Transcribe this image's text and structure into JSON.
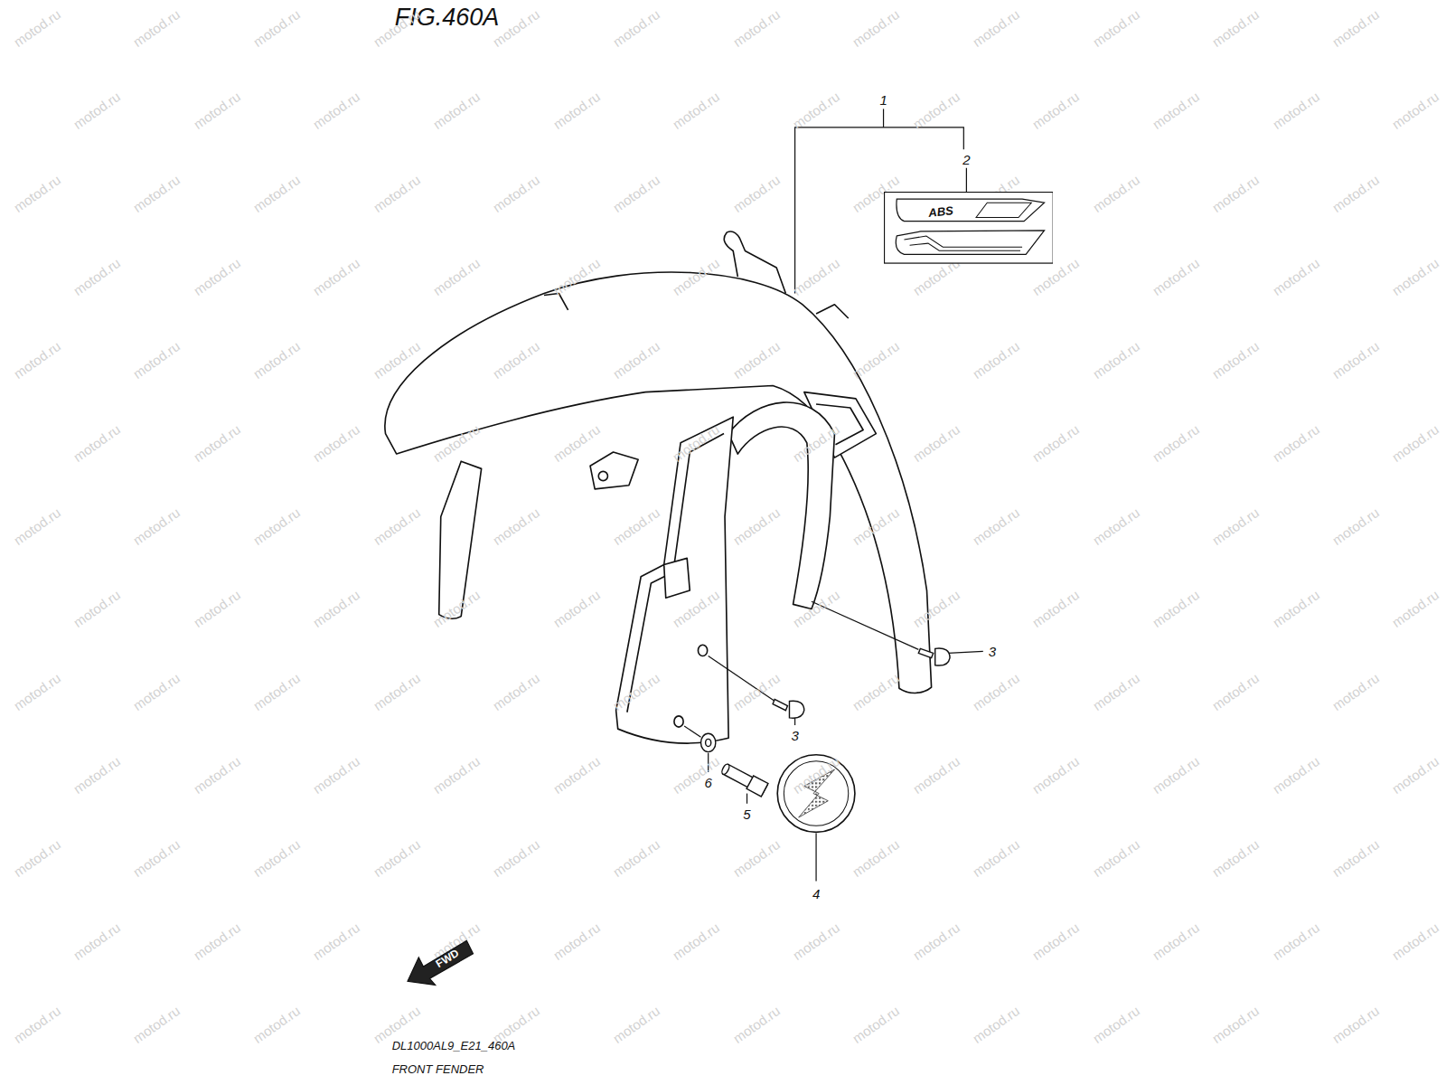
{
  "diagram": {
    "title": "FIG.460A",
    "nodes": [
      {
        "text": [
          "ABS"
        ]
      },
      {
        "text": [
          "FWD"
        ]
      }
    ],
    "labels": [
      "1",
      "2",
      "3",
      "3",
      "4",
      "5",
      "6",
      "DL1000AL9_E21_460A",
      "FRONT FENDER",
      "motod.ru",
      "motod.ru",
      "motod.ru",
      "motod.ru",
      "motod.ru",
      "motod.ru",
      "motod.ru",
      "motod.ru",
      "motod.ru",
      "motod.ru",
      "motod.ru",
      "motod.ru",
      "motod.ru",
      "motod.ru",
      "motod.ru",
      "motod.ru",
      "motod.ru",
      "motod.ru",
      "motod.ru",
      "motod.ru",
      "motod.ru",
      "motod.ru",
      "motod.ru",
      "motod.ru",
      "motod.ru",
      "motod.ru",
      "motod.ru",
      "motod.ru",
      "motod.ru",
      "motod.ru",
      "motod.ru",
      "motod.ru",
      "motod.ru",
      "motod.ru",
      "motod.ru",
      "motod.ru",
      "motod.ru",
      "motod.ru",
      "motod.ru",
      "motod.ru",
      "motod.ru",
      "motod.ru",
      "motod.ru",
      "motod.ru",
      "motod.ru",
      "motod.ru",
      "motod.ru",
      "motod.ru",
      "motod.ru",
      "motod.ru",
      "motod.ru",
      "motod.ru",
      "motod.ru",
      "motod.ru",
      "motod.ru",
      "motod.ru",
      "motod.ru",
      "motod.ru",
      "motod.ru",
      "motod.ru",
      "motod.ru",
      "motod.ru",
      "motod.ru",
      "motod.ru",
      "motod.ru",
      "motod.ru",
      "motod.ru",
      "motod.ru",
      "motod.ru",
      "motod.ru",
      "motod.ru",
      "motod.ru",
      "motod.ru",
      "motod.ru",
      "motod.ru",
      "motod.ru",
      "motod.ru",
      "motod.ru",
      "motod.ru",
      "motod.ru",
      "motod.ru",
      "motod.ru",
      "motod.ru",
      "motod.ru",
      "motod.ru",
      "motod.ru",
      "motod.ru",
      "motod.ru",
      "motod.ru",
      "motod.ru",
      "motod.ru",
      "motod.ru",
      "motod.ru",
      "motod.ru",
      "motod.ru",
      "motod.ru",
      "motod.ru",
      "motod.ru",
      "motod.ru",
      "motod.ru",
      "motod.ru",
      "motod.ru",
      "motod.ru",
      "motod.ru",
      "motod.ru",
      "motod.ru",
      "motod.ru",
      "motod.ru",
      "motod.ru",
      "motod.ru",
      "motod.ru",
      "motod.ru",
      "motod.ru",
      "motod.ru",
      "motod.ru",
      "motod.ru",
      "motod.ru",
      "motod.ru",
      "motod.ru",
      "motod.ru",
      "motod.ru",
      "motod.ru",
      "motod.ru",
      "motod.ru",
      "motod.ru",
      "motod.ru",
      "motod.ru",
      "motod.ru",
      "motod.ru",
      "motod.ru",
      "motod.ru",
      "motod.ru",
      "motod.ru",
      "motod.ru",
      "motod.ru",
      "motod.ru",
      "motod.ru",
      "motod.ru",
      "motod.ru",
      "motod.ru",
      "motod.ru",
      "motod.ru",
      "motod.ru",
      "motod.ru",
      "motod.ru",
      "motod.ru",
      "motod.ru",
      "motod.ru",
      "motod.ru",
      "motod.ru",
      "motod.ru",
      "motod.ru",
      "motod.ru",
      "motod.ru",
      "motod.ru",
      "motod.ru"
    ]
  }
}
